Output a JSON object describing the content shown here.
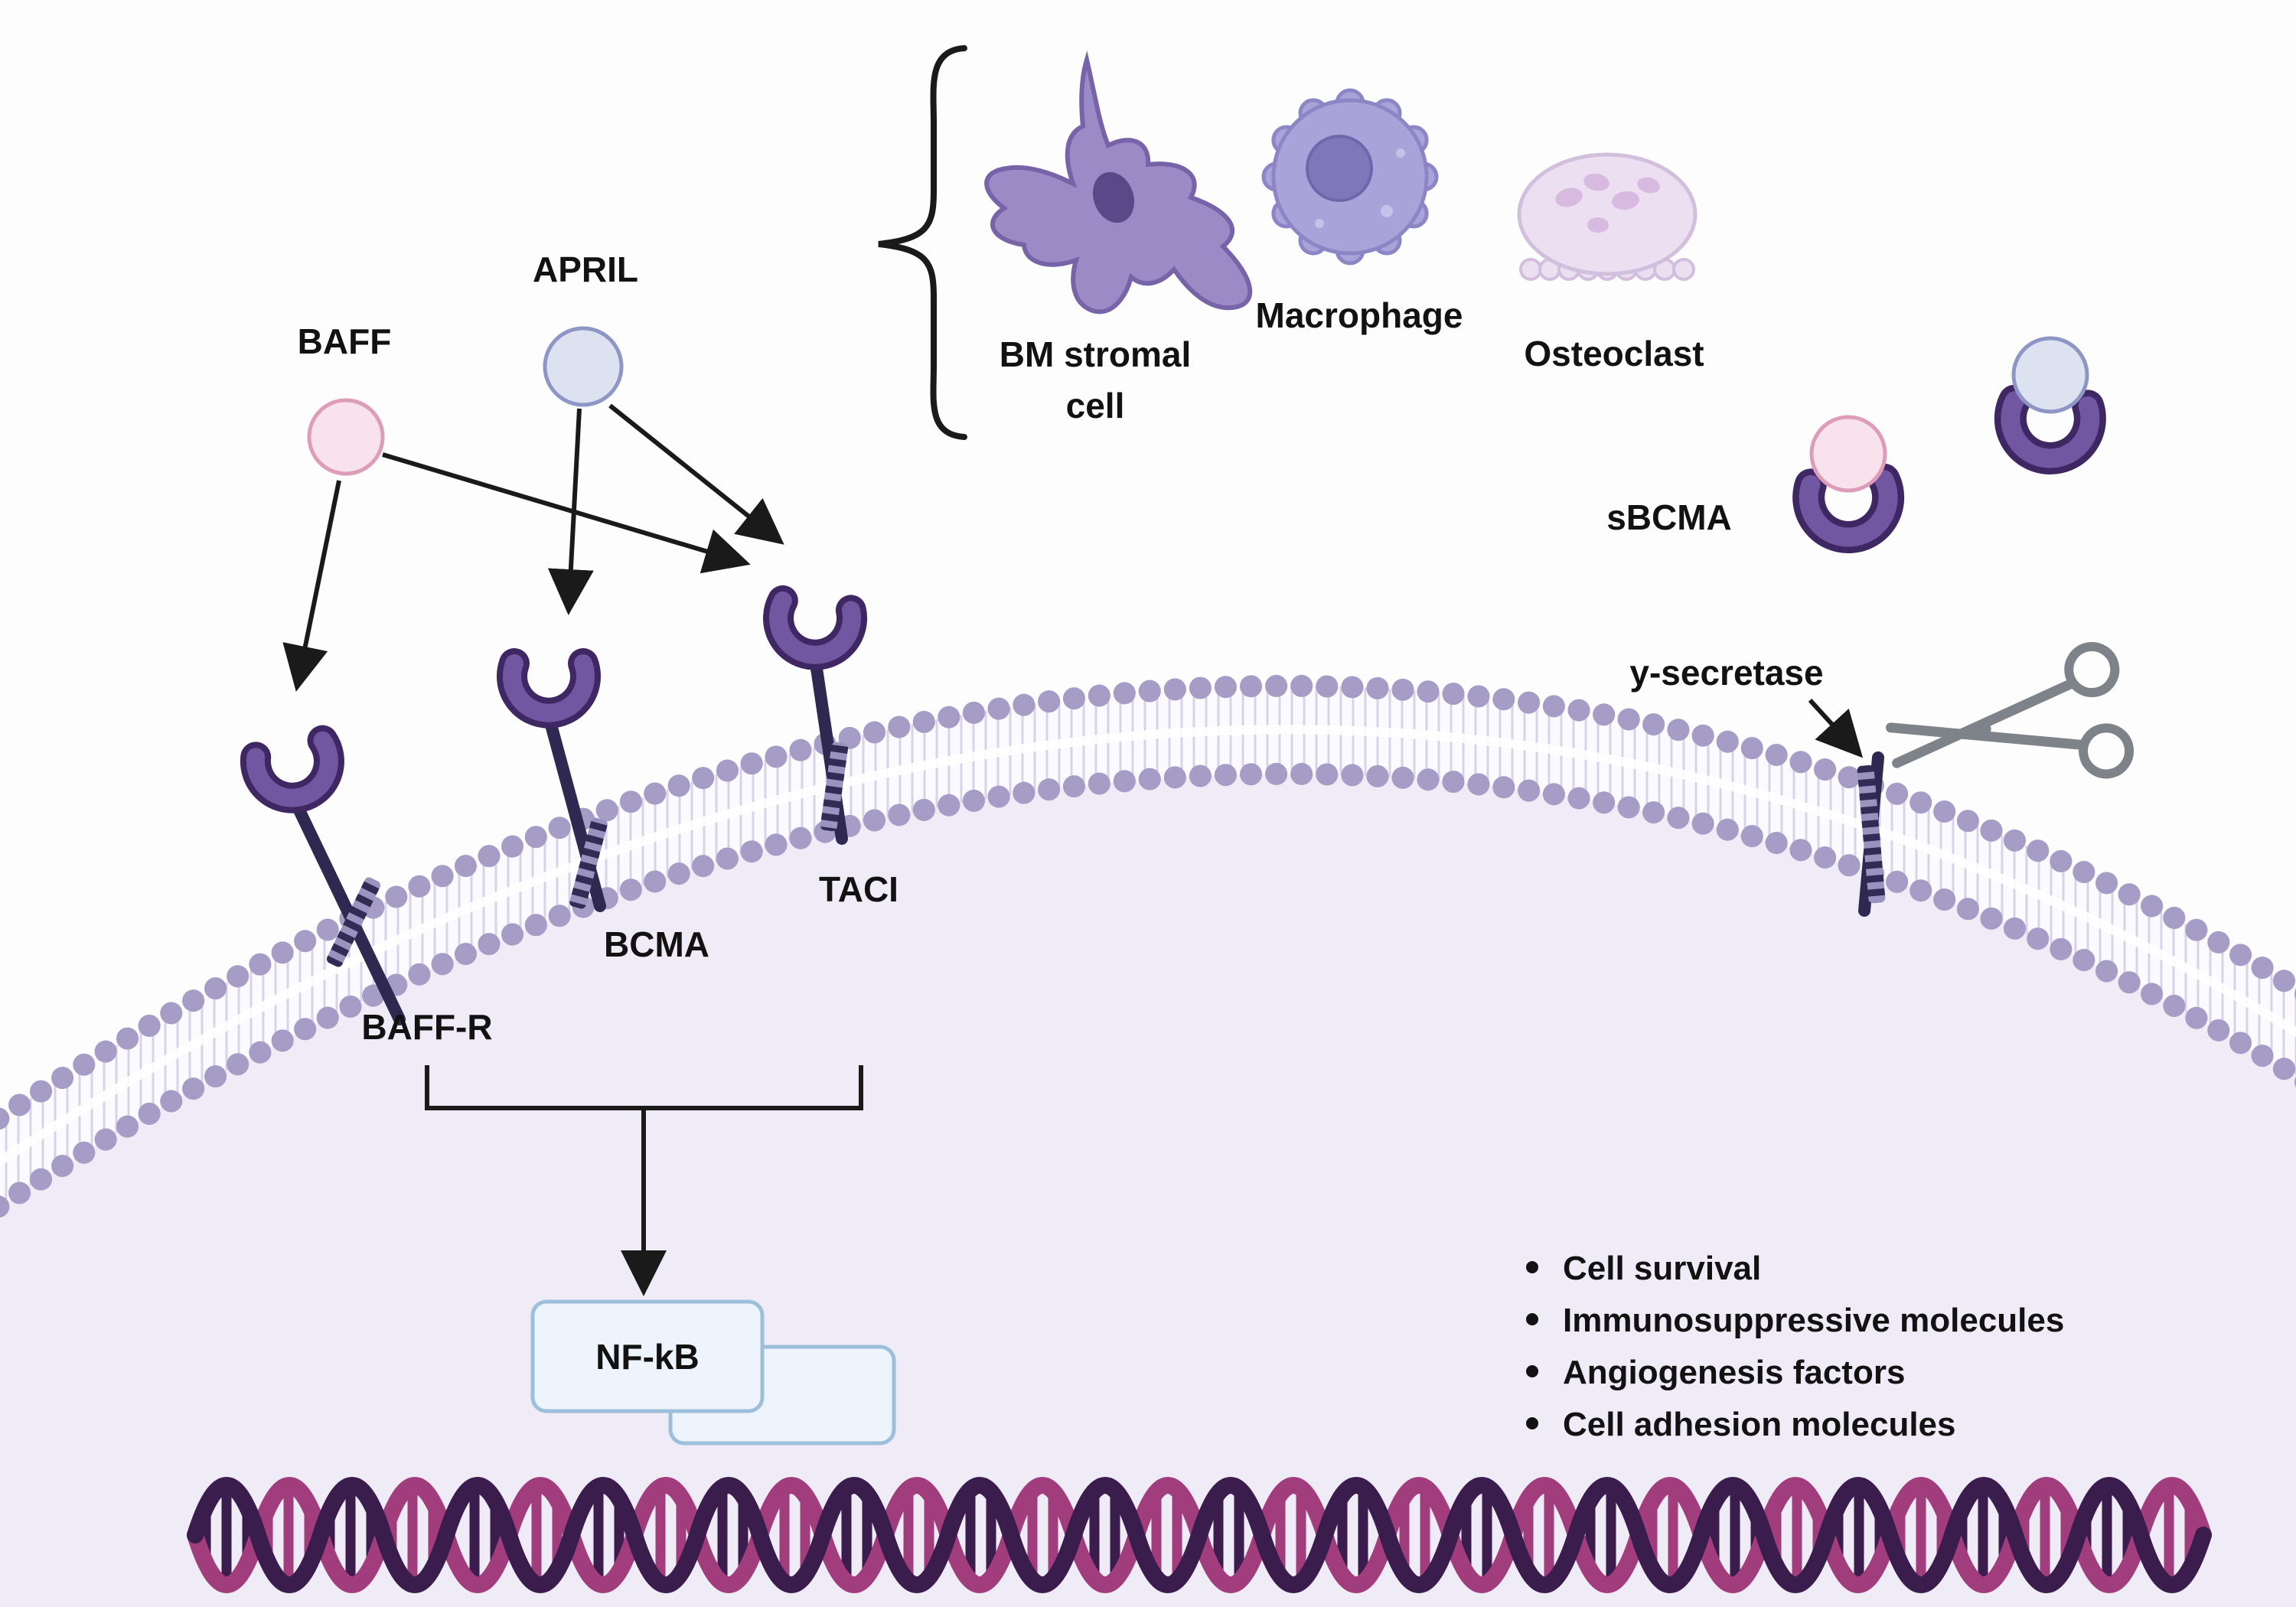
{
  "ligands": {
    "baff_label": "BAFF",
    "april_label": "APRIL"
  },
  "source_cells": {
    "bm_stromal_line1": "BM stromal",
    "bm_stromal_line2": "cell",
    "macrophage_label": "Macrophage",
    "osteoclast_label": "Osteoclast"
  },
  "receptors": {
    "baffr_label": "BAFF-R",
    "bcma_label": "BCMA",
    "taci_label": "TACI"
  },
  "soluble_receptor": {
    "sbcma_label": "sBCMA"
  },
  "enzyme": {
    "gamma_secretase_label": "y-secretase"
  },
  "signaling": {
    "nfkb_label": "NF-kB"
  },
  "outcomes": [
    "Cell survival",
    "Immunosuppressive molecules",
    "Angiogenesis factors",
    "Cell adhesion molecules"
  ],
  "colors": {
    "background": "#fdfdfe",
    "cytoplasm": "#efebf7",
    "membrane_bead": "#a69dc6",
    "membrane_band": "#fbfaff",
    "membrane_tail": "#cfc9e3",
    "receptor_outline": "#3f2763",
    "receptor_fill": "#7156a1",
    "stem": "#2e2950",
    "baff_fill": "#f8e3ec",
    "baff_stroke": "#dd9cb7",
    "april_fill": "#dde2f1",
    "april_stroke": "#8d96c5",
    "bm_stromal_fill": "#9a8bc7",
    "macrophage_fill": "#a9a3d9",
    "osteoclast_fill": "#ecdff1",
    "nfkb_fill": "#edf4fb",
    "nfkb_stroke": "#9dbfdb",
    "dna_dark": "#3a1c4d",
    "dna_magenta": "#a13d7c",
    "scissors": "#7d8389",
    "text": "#121212"
  }
}
